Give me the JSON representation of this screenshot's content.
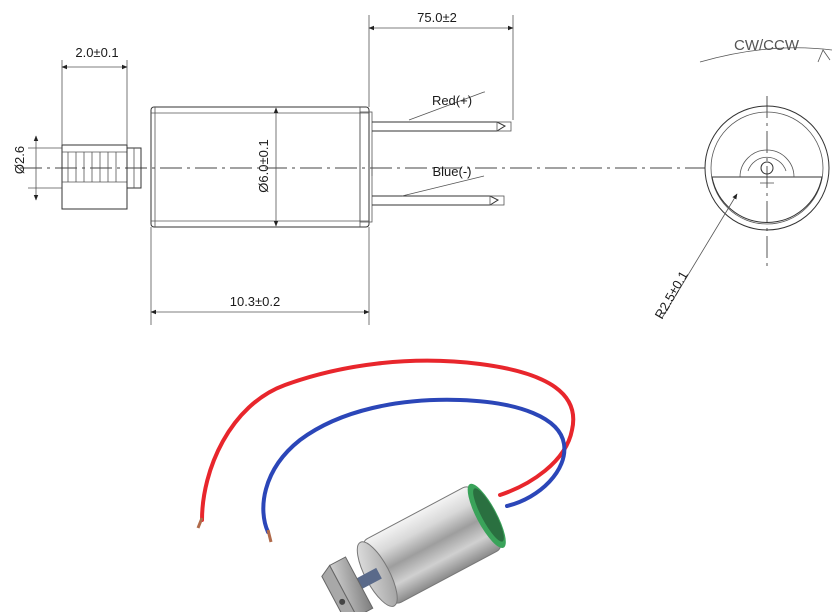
{
  "drawing": {
    "dimensions": {
      "shaft_length": "2.0±0.1",
      "lead_length": "75.0±2",
      "shaft_diameter": "Ø2.6",
      "body_diameter": "Ø6.0±0.1",
      "body_length": "10.3±0.2",
      "weight_radius": "R2.5±0.1"
    },
    "wires": {
      "positive": "Red(+)",
      "negative": "Blue(-)"
    },
    "rotation": "CW/CCW"
  },
  "photo": {
    "colors": {
      "red_wire": "#e8262c",
      "blue_wire": "#2b46b8",
      "body": "#c9c9c9",
      "ring": "#3aa35a"
    }
  }
}
